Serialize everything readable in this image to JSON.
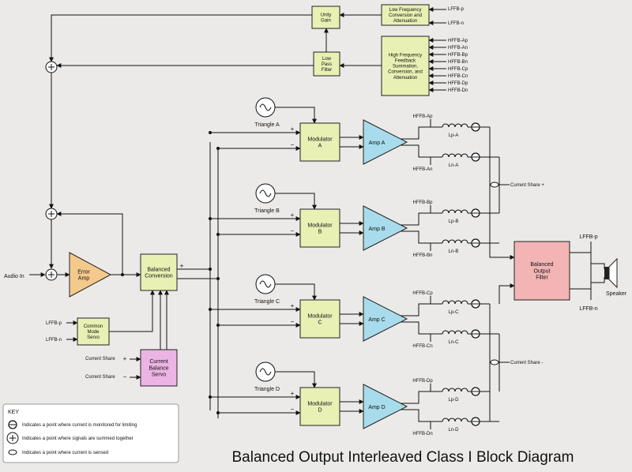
{
  "title": "Balanced Output Interleaved Class I Block Diagram",
  "colors": {
    "green": "#e8f0b4",
    "orange": "#f4c98c",
    "blue": "#a8dcec",
    "pink": "#f0b8cc",
    "red": "#f2b4b4",
    "magenta": "#ecb4e4"
  },
  "blocks": {
    "unity_gain": [
      "Unity",
      "Gain"
    ],
    "lf_conv": [
      "Low Frequency",
      "Conversion and",
      "Attenuation"
    ],
    "hf_sum": [
      "High Frequency",
      "Feedback",
      "Summation,",
      "Conversion, and",
      "Attenuation"
    ],
    "lpf": [
      "Low",
      "Pass",
      "Filter"
    ],
    "error_amp": [
      "Error",
      "Amp"
    ],
    "balanced_conversion": [
      "Balanced",
      "Conversion"
    ],
    "cm_servo": [
      "Common",
      "Mode",
      "Servo"
    ],
    "cb_servo": [
      "Current",
      "Balance",
      "Servo"
    ],
    "output_filter": [
      "Balanced",
      "Output",
      "Filter"
    ]
  },
  "lf_inputs": [
    "LFFB-p",
    "LFFB-n"
  ],
  "hf_inputs": [
    "HFFB-Ap",
    "HFFB-An",
    "HFFB-Bp",
    "HFFB-Bn",
    "HFFB-Cp",
    "HFFB-Cn",
    "HFFB-Dp",
    "HFFB-Dn"
  ],
  "channels": [
    {
      "triangle": "Triangle A",
      "modulator": [
        "Modulator",
        "A"
      ],
      "amp": "Amp A",
      "top_tap": "HFFB-Ap",
      "bottom_tap": "HFFB-An",
      "lp": "Lp-A",
      "ln": "Ln-A"
    },
    {
      "triangle": "Triangle B",
      "modulator": [
        "Modulator",
        "B"
      ],
      "amp": "Amp B",
      "top_tap": "HFFB-Bp",
      "bottom_tap": "HFFB-Bn",
      "lp": "Lp-B",
      "ln": "Ln-B"
    },
    {
      "triangle": "Triangle C",
      "modulator": [
        "Modulator",
        "C"
      ],
      "amp": "Amp C",
      "top_tap": "HFFB-Cp",
      "bottom_tap": "HFFB-Cn",
      "lp": "Lp-C",
      "ln": "Ln-C"
    },
    {
      "triangle": "Triangle D",
      "modulator": [
        "Modulator",
        "D"
      ],
      "amp": "Amp D",
      "top_tap": "HFFB-Dp",
      "bottom_tap": "HFFB-Dn",
      "lp": "Lp-D",
      "ln": "Ln-D"
    }
  ],
  "labels": {
    "audio_in": "Audio In",
    "current_share_plus": "Current Share +",
    "current_share_minus": "Current Share -",
    "cm_in_p": "LFFB-p",
    "cm_in_n": "LFFB-n",
    "cb_in_p": "Current Share",
    "cb_in_n": "Current Share",
    "out_p": "LFFB-p",
    "out_n": "LFFB-n",
    "speaker": "Speaker",
    "plus": "+",
    "minus": "−"
  },
  "key": {
    "title": "KEY",
    "items": [
      "Indicates a point where current is monitored for limiting",
      "Indicates a point where signals are summed together",
      "Indicates a point where current is sensed"
    ]
  }
}
